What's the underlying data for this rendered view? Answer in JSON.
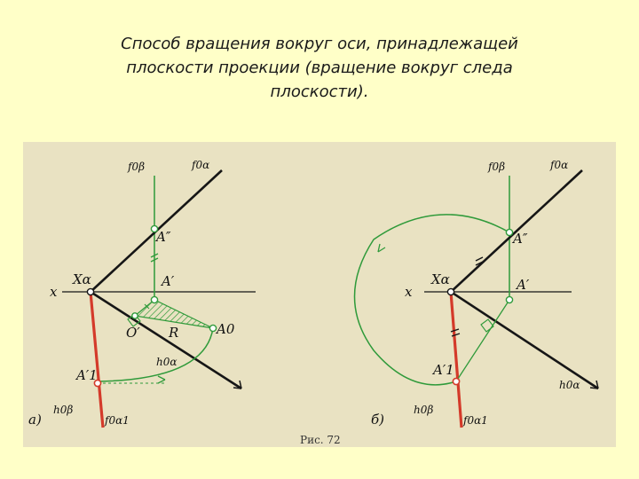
{
  "title": {
    "line1": "Способ вращения вокруг оси, принадлежащей",
    "line2": "плоскости проекции (вращение вокруг следа",
    "line3": "плоскости)."
  },
  "figure": {
    "caption": "Рис. 72",
    "colors": {
      "trace_h": "#d43a2a",
      "construction": "#2f9a3a",
      "line": "#161616",
      "background": "#e9e2c2"
    },
    "left": {
      "panel_label": "а)",
      "labels": {
        "f0b": "f0β",
        "f0a": "f0α",
        "A2": "A″",
        "x": "x",
        "Xa": "Xα",
        "A2prime": "A′",
        "O": "O′",
        "R": "R",
        "A0": "A0",
        "h0a": "h0α",
        "A1": "A′1",
        "h0b": "h0β",
        "f0a1": "f0α1"
      }
    },
    "right": {
      "panel_label": "б)",
      "labels": {
        "f0b": "f0β",
        "f0a": "f0α",
        "A2": "A″",
        "x": "x",
        "Xa": "Xα",
        "A2prime": "A′",
        "A1": "A′1",
        "h0a": "h0α",
        "h0b": "h0β",
        "f0a1": "f0α1"
      }
    }
  }
}
